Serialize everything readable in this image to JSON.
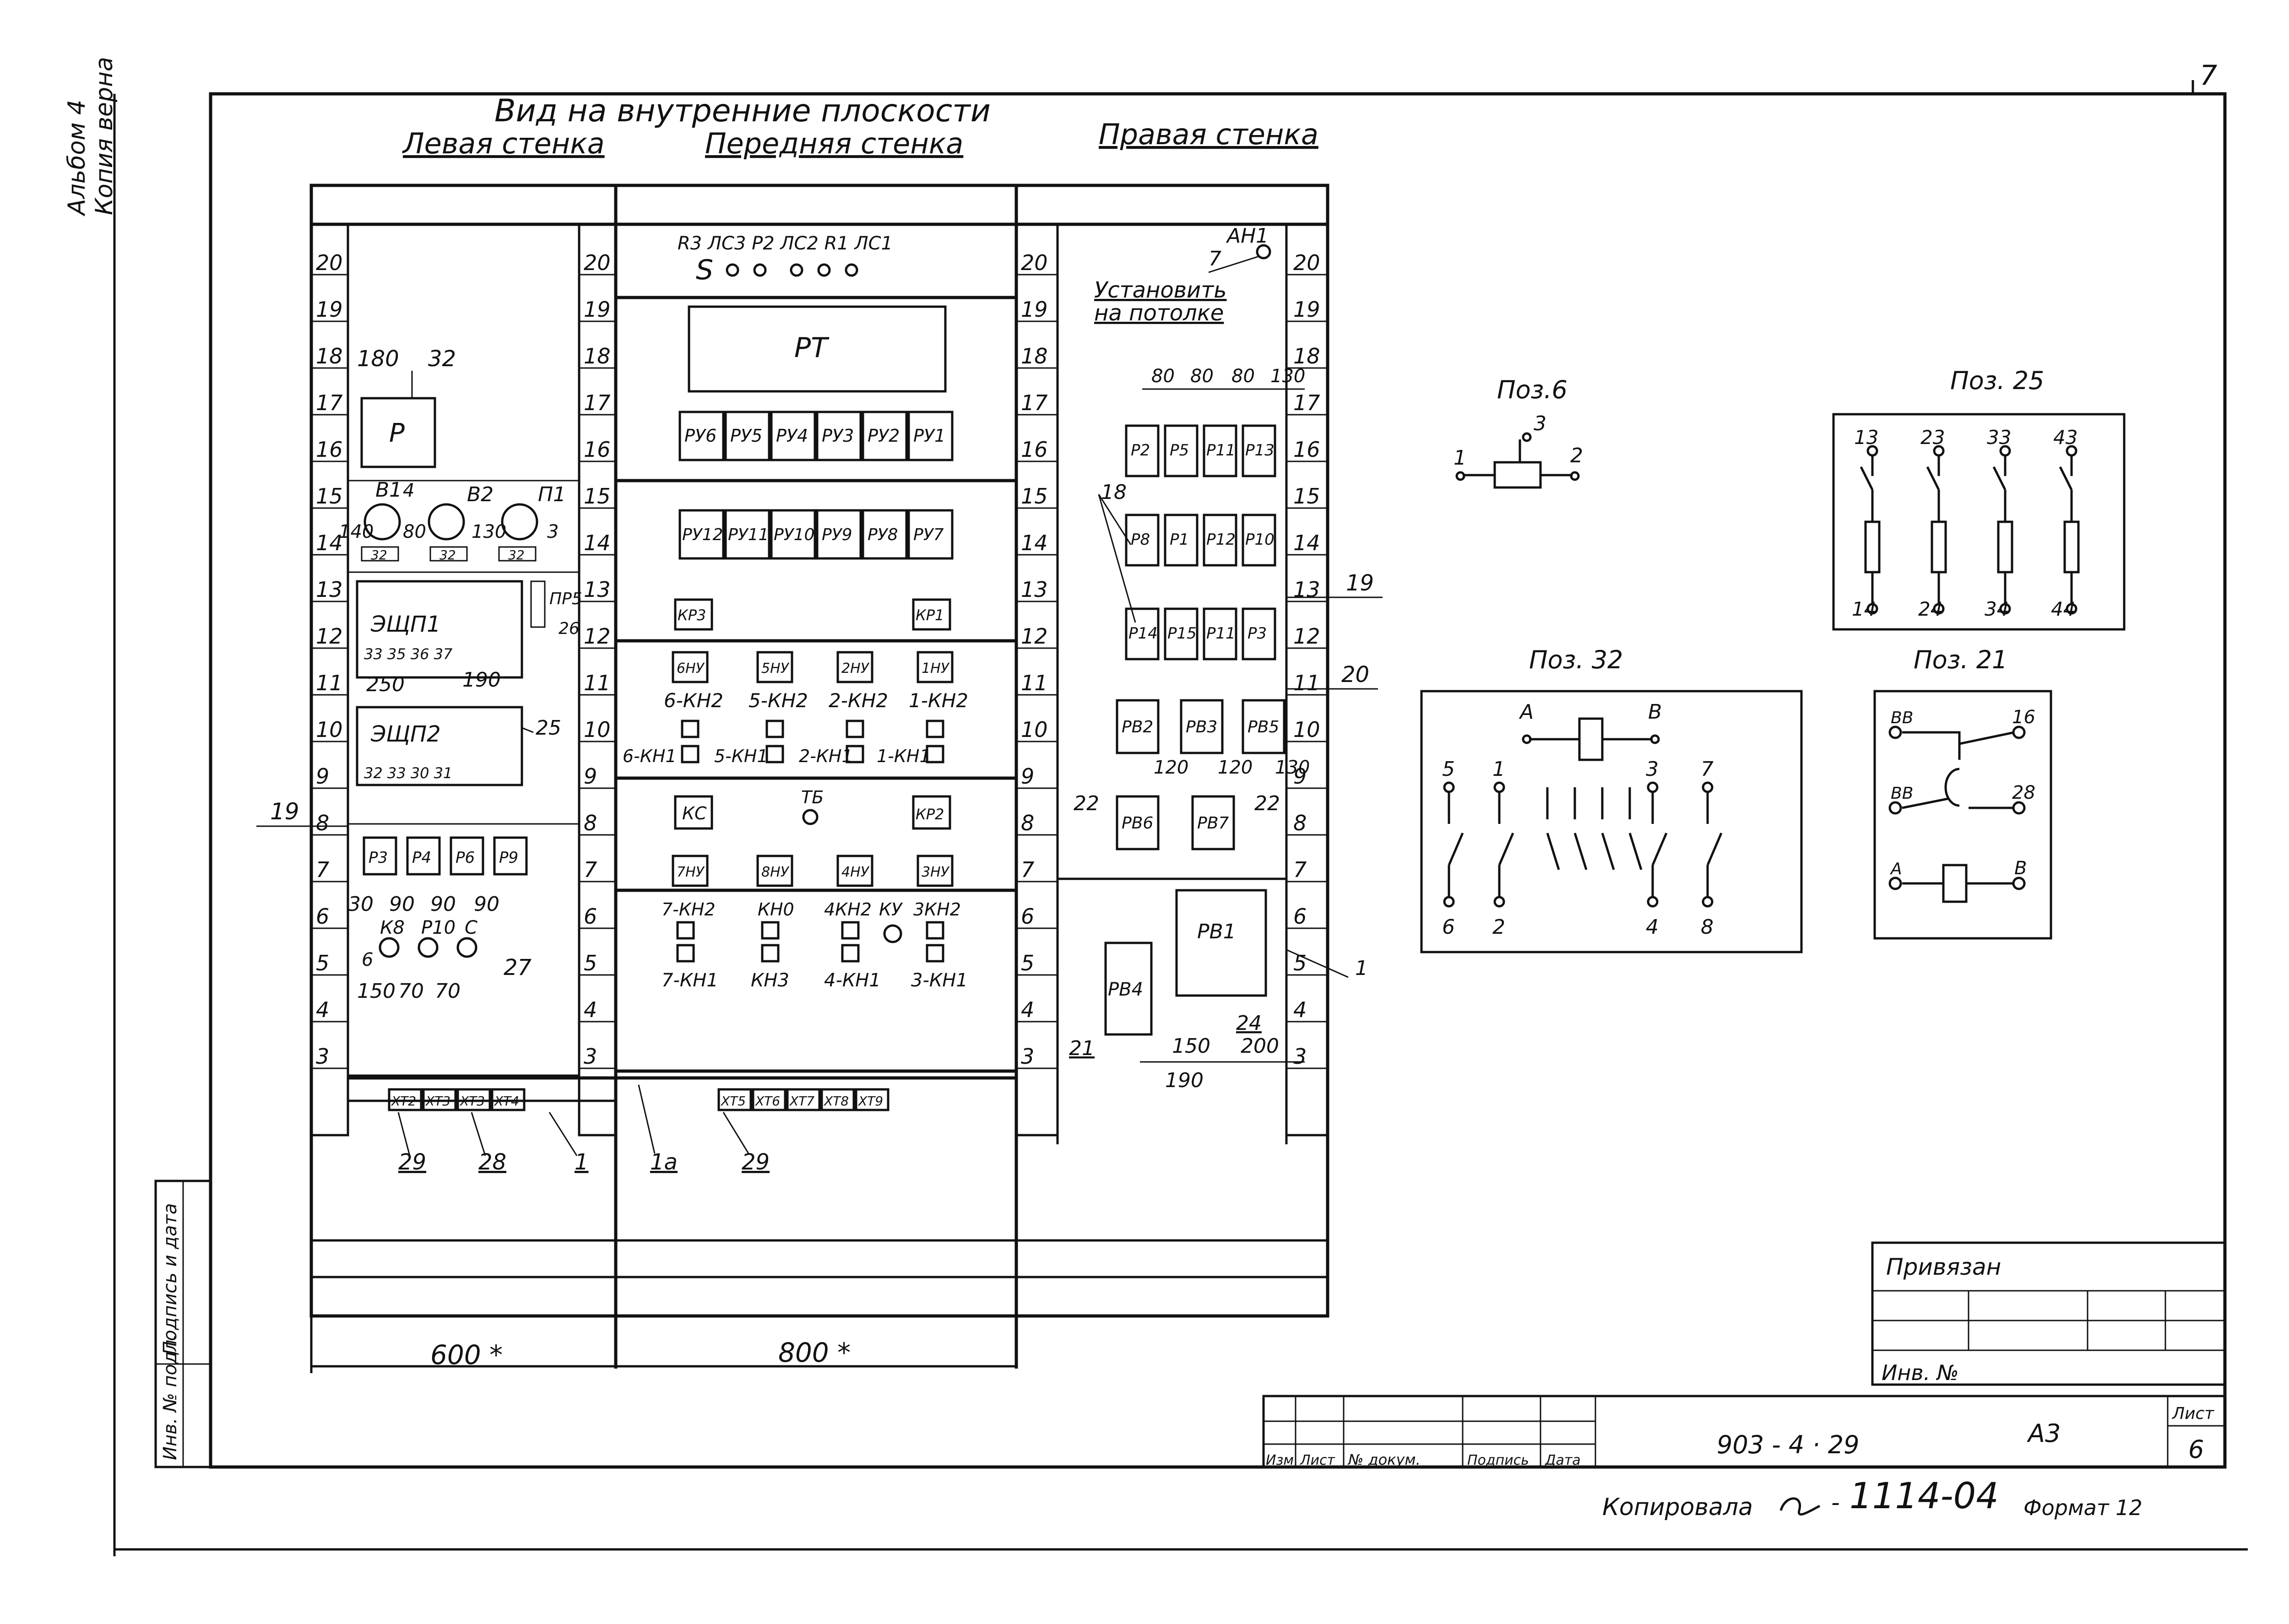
{
  "side_note": [
    "Альбом 4",
    "Копия верна"
  ],
  "title": "Вид на внутренние плоскости",
  "walls": {
    "left": "Левая стенка",
    "front": "Передняя стенка",
    "right": "Правая стенка"
  },
  "scale_numbers": [
    "20",
    "19",
    "18",
    "17",
    "16",
    "15",
    "14",
    "13",
    "12",
    "11",
    "10",
    "9",
    "8",
    "7",
    "6",
    "5",
    "4",
    "3"
  ],
  "left_wall": {
    "r_box": "Р",
    "top_dim": "180",
    "top_pos": "32",
    "switch_labels": [
      "В1",
      "В2",
      "П1"
    ],
    "switch_dims": [
      "4",
      "140",
      "80",
      "130",
      "3"
    ],
    "switch_tags": [
      "32",
      "32",
      "32"
    ],
    "ep1": "ЭЩП1",
    "ep1_cells": [
      "33",
      "35",
      "36",
      "37"
    ],
    "ep1_dims": [
      "250",
      "190"
    ],
    "ep1_side": [
      "ПР5",
      "26"
    ],
    "ep2": "ЭЩП2",
    "ep2_cells": [
      "32",
      "33",
      "30",
      "31"
    ],
    "ep2_pos": "25",
    "relays": [
      "Р3",
      "Р4",
      "Р6",
      "Р9"
    ],
    "relay_dims": [
      "30",
      "90",
      "90",
      "90"
    ],
    "lamp_labels": [
      "К8",
      "Р10",
      "С"
    ],
    "lamp_dims": [
      "6",
      "150",
      "70",
      "70"
    ],
    "lamp_pos": "27",
    "terminals": [
      "ХТ2",
      "ХТ3",
      "ХТ3",
      "ХТ4"
    ],
    "bottom_pos": [
      "29",
      "28",
      "1"
    ],
    "pos19": "19"
  },
  "front_wall": {
    "top_labels": "R3 ЛС3 Р2 ЛС2 R1 ЛС1",
    "top_s": "S",
    "pt": "РТ",
    "ru_row1": [
      "РУ6",
      "РУ5",
      "РУ4",
      "РУ3",
      "РУ2",
      "РУ1"
    ],
    "ru_row2": [
      "РУ12",
      "РУ11",
      "РУ10",
      "РУ9",
      "РУ8",
      "РУ7"
    ],
    "kp3": "КР3",
    "kp1": "КР1",
    "hu_row": [
      "6НУ",
      "5НУ",
      "2НУ",
      "1НУ"
    ],
    "kh2_row": [
      "6-КН2",
      "5-КН2",
      "2-КН2",
      "1-КН2"
    ],
    "kh1_row": [
      "6-КН1",
      "5-КН1",
      "2-КН1",
      "1-КН1"
    ],
    "kc": "КС",
    "tb": "ТБ",
    "kp2": "КР2",
    "hu_row2": [
      "7НУ",
      "8НУ",
      "4НУ",
      "3НУ"
    ],
    "kh_upper": [
      "7-КН2",
      "КН0",
      "4КН2",
      "КУ",
      "3КН2"
    ],
    "kh_lower": [
      "7-КН1",
      "КН3",
      "4-КН1",
      "3-КН1"
    ],
    "terminals": [
      "ХТ5",
      "ХТ6",
      "ХТ7",
      "ХТ8",
      "ХТ9"
    ],
    "bottom_pos": [
      "1а",
      "29"
    ]
  },
  "right_wall": {
    "ah1": "АН1",
    "ah1_num": "7",
    "note": [
      "Установить",
      "на потолке"
    ],
    "top_dims": [
      "80",
      "80",
      "80",
      "130"
    ],
    "row1": [
      "Р2",
      "Р5",
      "Р11",
      "Р13"
    ],
    "row2": [
      "Р8",
      "Р1",
      "Р12",
      "Р10"
    ],
    "row3": [
      "Р14",
      "Р15",
      "Р11",
      "Р3"
    ],
    "pos18": "18",
    "row4": [
      "РВ2",
      "РВ3",
      "РВ5"
    ],
    "row4_dims": [
      "120",
      "120",
      "130"
    ],
    "row5": [
      "РВ6",
      "РВ7"
    ],
    "pos22": [
      "22",
      "22"
    ],
    "pb1": "РВ1",
    "pb4": "РВ4",
    "pos21": "21",
    "pos24": "24",
    "pos1": "1",
    "bottom_dims": [
      "150",
      "200",
      "190"
    ],
    "pos19": "19",
    "pos20": "20"
  },
  "width_dims": [
    "600 *",
    "800 *"
  ],
  "pos6": {
    "title": "Поз.6",
    "pins": [
      "1",
      "2",
      "3"
    ]
  },
  "pos25": {
    "title": "Поз. 25",
    "top": [
      "13",
      "23",
      "33",
      "43"
    ],
    "bottom": [
      "14",
      "24",
      "34",
      "44"
    ]
  },
  "pos32": {
    "title": "Поз. 32",
    "coil": [
      "А",
      "В"
    ],
    "top": [
      "5",
      "1",
      "3",
      "7"
    ],
    "bottom": [
      "6",
      "2",
      "4",
      "8"
    ]
  },
  "pos21": {
    "title": "Поз. 21",
    "left": [
      "ВВ",
      "ВВ",
      "А"
    ],
    "right": [
      "16",
      "28",
      "В"
    ]
  },
  "stamp": {
    "privyazan": "Привязан",
    "inv": "Инв. №",
    "doc_code": "903 - 4 · 29",
    "format_code": "А3",
    "sheet_label": "Лист",
    "sheet": "6",
    "cols": [
      "Изм",
      "Лист",
      "№ докум.",
      "Подпись",
      "Дата"
    ]
  },
  "side_stamp": [
    "Инв. № подл.",
    "Подпись и дата"
  ],
  "footer": {
    "copied": "Копировала",
    "number": "1114-04",
    "format": "Формат 12"
  },
  "corner": "7"
}
